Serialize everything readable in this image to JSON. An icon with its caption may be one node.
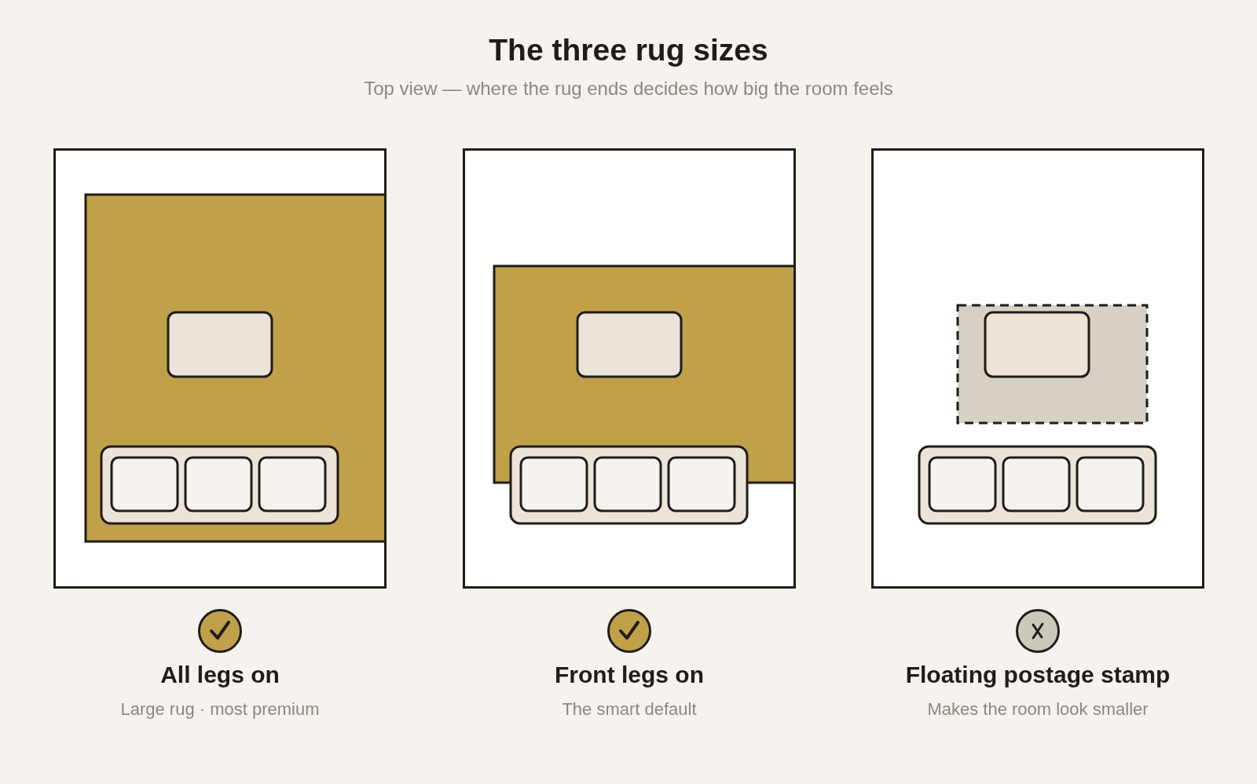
{
  "diagram": {
    "title": "The three rug sizes",
    "nodes": [
      {
        "text": [
          "All legs on",
          "Large rug · most premium"
        ]
      },
      {
        "text": [
          "Front legs on",
          "The smart default"
        ]
      },
      {
        "text": [
          "Floating postage stamp",
          "Makes the room look smaller"
        ]
      }
    ],
    "labels": [
      "Top view — where the rug ends decides how big the room feels"
    ]
  }
}
